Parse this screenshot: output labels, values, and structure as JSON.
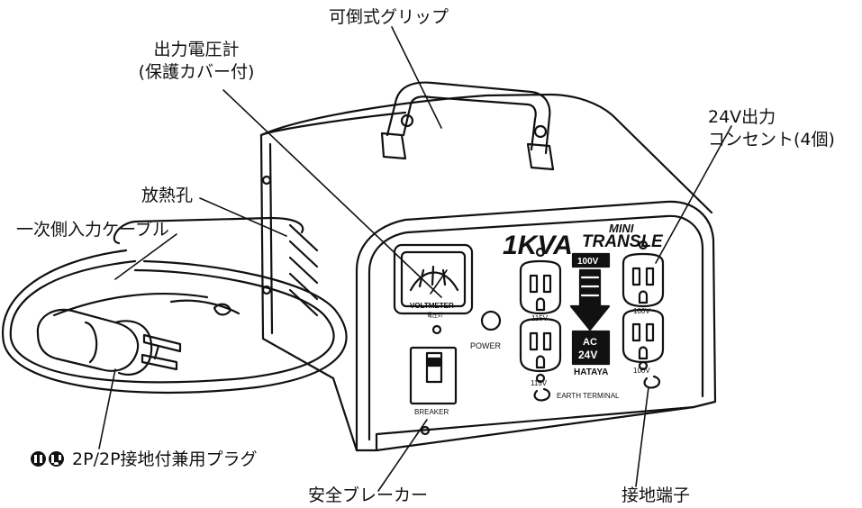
{
  "callouts": {
    "grip": "可倒式グリップ",
    "voltmeter_line1": "出力電圧計",
    "voltmeter_line2": "(保護カバー付)",
    "output_line1": "24V出力",
    "output_line2": "コンセント(4個)",
    "vent": "放熱孔",
    "cable": "一次側入力ケーブル",
    "plug": "2P/2P接地付兼用プラグ",
    "breaker": "安全ブレーカー",
    "earth_terminal": "接地端子"
  },
  "panel": {
    "model_main": "1KVA",
    "model_mini": "MINI",
    "model_brand": "TRANSLE",
    "voltmeter_label": "VOLTMETER",
    "voltmeter_label_jp": "電圧計",
    "power_label": "POWER",
    "breaker_label": "BREAKER",
    "input_voltage": "100V",
    "output_ac": "AC",
    "output_voltage": "24V",
    "maker": "HATAYA",
    "outlet_115_top": "115V",
    "outlet_100_top": "100V",
    "outlet_115_bottom": "115V",
    "outlet_100_bottom": "100V",
    "earth_terminal_label": "EARTH TERMINAL"
  },
  "icons": {
    "plug_2p": "plug-2p-icon",
    "plug_2p_earth": "plug-2p-earth-icon"
  }
}
